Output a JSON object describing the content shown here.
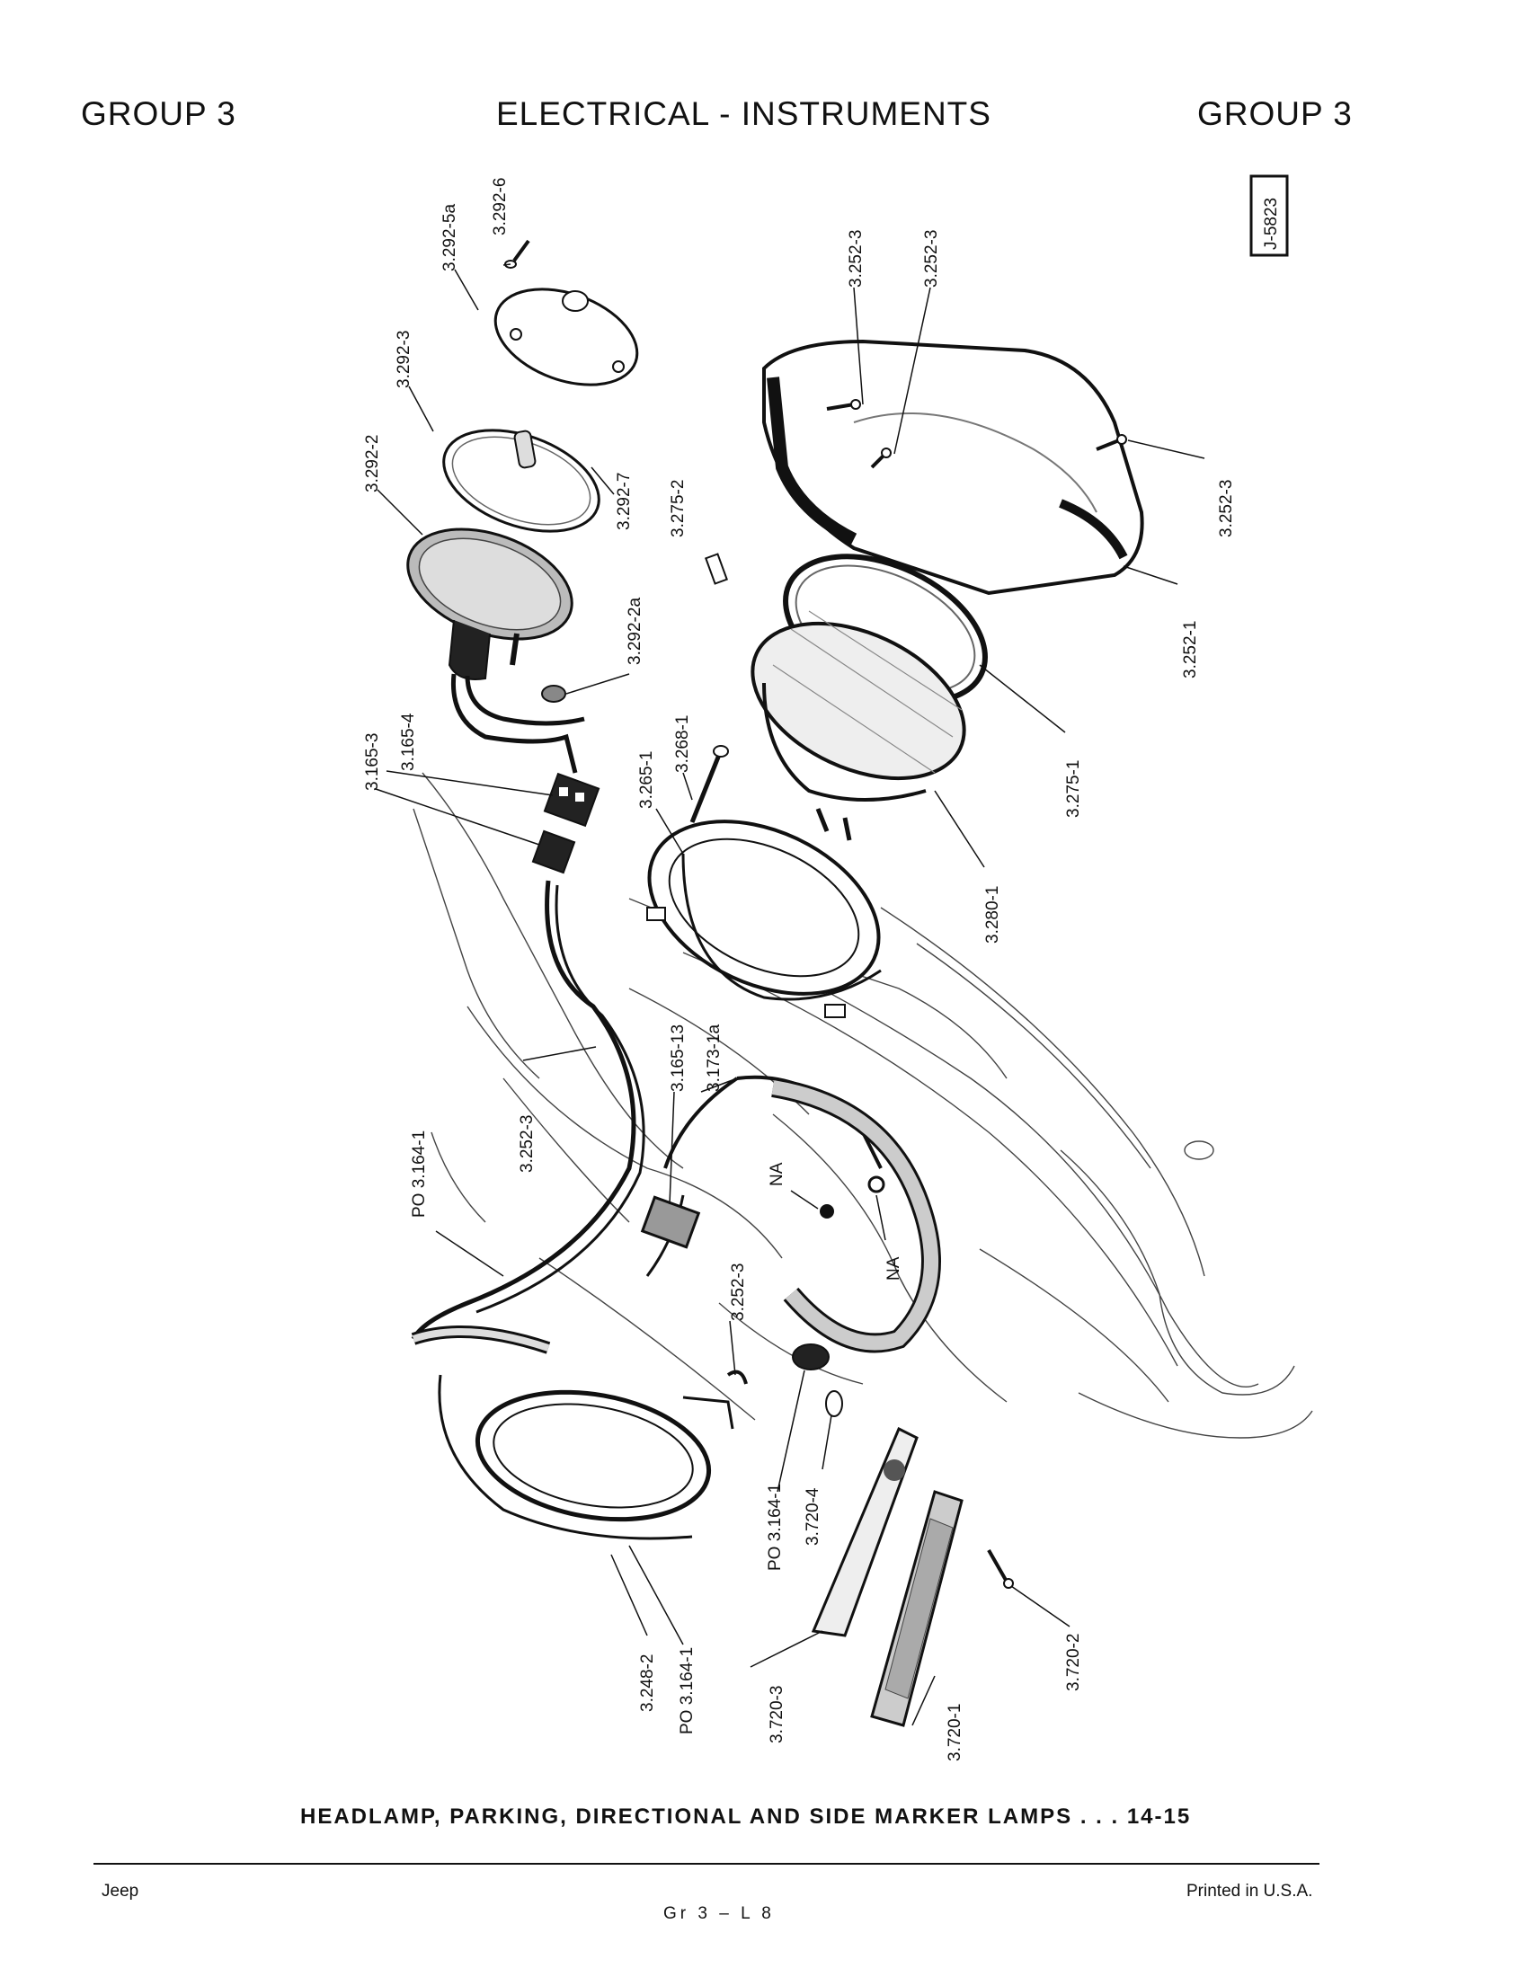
{
  "header": {
    "left": "GROUP 3",
    "center": "ELECTRICAL - INSTRUMENTS",
    "right": "GROUP 3"
  },
  "figure_id": "J-5823",
  "callouts": {
    "c3292_6": "3.292-6",
    "c3292_5a": "3.292-5a",
    "c3292_3": "3.292-3",
    "c3292_2": "3.292-2",
    "c3292_7": "3.292-7",
    "c3292_2a": "3.292-2a",
    "c3275_2": "3.275-2",
    "c3252_3a": "3.252-3",
    "c3252_3b": "3.252-3",
    "c3252_3c": "3.252-3",
    "c3252_1": "3.252-1",
    "c3275_1": "3.275-1",
    "c3280_1": "3.280-1",
    "c3268_1": "3.268-1",
    "c3265_1": "3.265-1",
    "c3165_4": "3.165-4",
    "c3165_3": "3.165-3",
    "c3165_13": "3.165-13",
    "c3173_1a": "3.173-1a",
    "c3252_3d": "3.252-3",
    "c3164_1a": "PO 3.164-1",
    "na1": "NA",
    "na2": "NA",
    "c3252_3e": "3.252-3",
    "c3164_1b": "PO 3.164-1",
    "c3720_4": "3.720-4",
    "c3248_2": "3.248-2",
    "c3164_1c": "PO 3.164-1",
    "c3720_3": "3.720-3",
    "c3720_1": "3.720-1",
    "c3720_2": "3.720-2"
  },
  "caption": "HEADLAMP, PARKING, DIRECTIONAL AND SIDE MARKER LAMPS . . . 14-15",
  "footer": {
    "left": "Jeep",
    "center": "Gr 3 – L 8",
    "right": "Printed in U.S.A."
  }
}
